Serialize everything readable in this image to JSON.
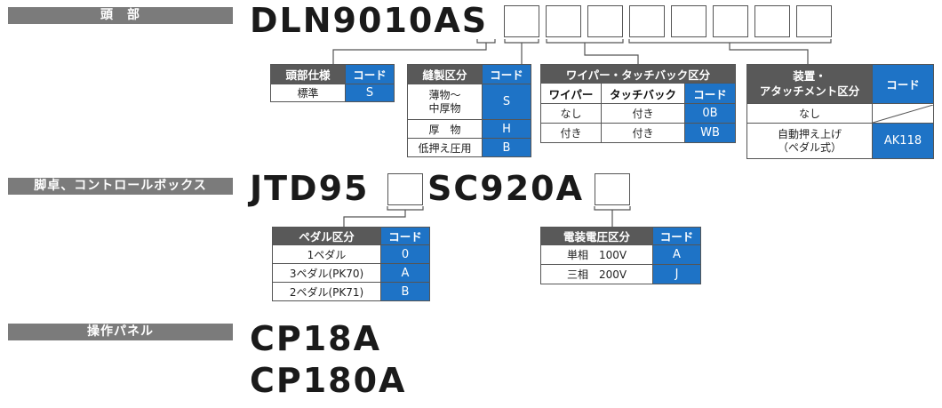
{
  "sections": {
    "head": {
      "label": "頭　部",
      "model": "DLN9010AS"
    },
    "pedal": {
      "label": "脚卓、コントロールボックス",
      "model_a": "JTD95",
      "model_b": "SC920A"
    },
    "panel": {
      "label": "操作パネル",
      "model_1": "CP18A",
      "model_2": "CP180A"
    }
  },
  "tables": {
    "head_spec": {
      "col1": "頭部仕様",
      "col2": "コード",
      "rows": [
        {
          "label": "標準",
          "code": "S"
        }
      ]
    },
    "sewing": {
      "col1": "縫製区分",
      "col2": "コード",
      "rows": [
        {
          "label": "薄物～\n中厚物",
          "code": "S"
        },
        {
          "label": "厚　物",
          "code": "H"
        },
        {
          "label": "低押え圧用",
          "code": "B"
        }
      ]
    },
    "wiper": {
      "title": "ワイパー・タッチバック区分",
      "sub1": "ワイパー",
      "sub2": "タッチバック",
      "sub3": "コード",
      "rows": [
        {
          "wiper": "なし",
          "touch": "付き",
          "code": "0B"
        },
        {
          "wiper": "付き",
          "touch": "付き",
          "code": "WB"
        }
      ]
    },
    "device": {
      "col1": "装置・\nアタッチメント区分",
      "col2": "コード",
      "rows": [
        {
          "label": "なし",
          "code": ""
        },
        {
          "label": "自動押え上げ\n（ペダル式）",
          "code": "AK118"
        }
      ]
    },
    "pedal_type": {
      "col1": "ペダル区分",
      "col2": "コード",
      "rows": [
        {
          "label": "1ペダル",
          "code": "0"
        },
        {
          "label": "3ペダル(PK70)",
          "code": "A"
        },
        {
          "label": "2ペダル(PK71)",
          "code": "B"
        }
      ]
    },
    "voltage": {
      "col1": "電装電圧区分",
      "col2": "コード",
      "rows": [
        {
          "label": "単相　100V",
          "code": "A"
        },
        {
          "label": "三相　200V",
          "code": "J"
        }
      ]
    }
  }
}
